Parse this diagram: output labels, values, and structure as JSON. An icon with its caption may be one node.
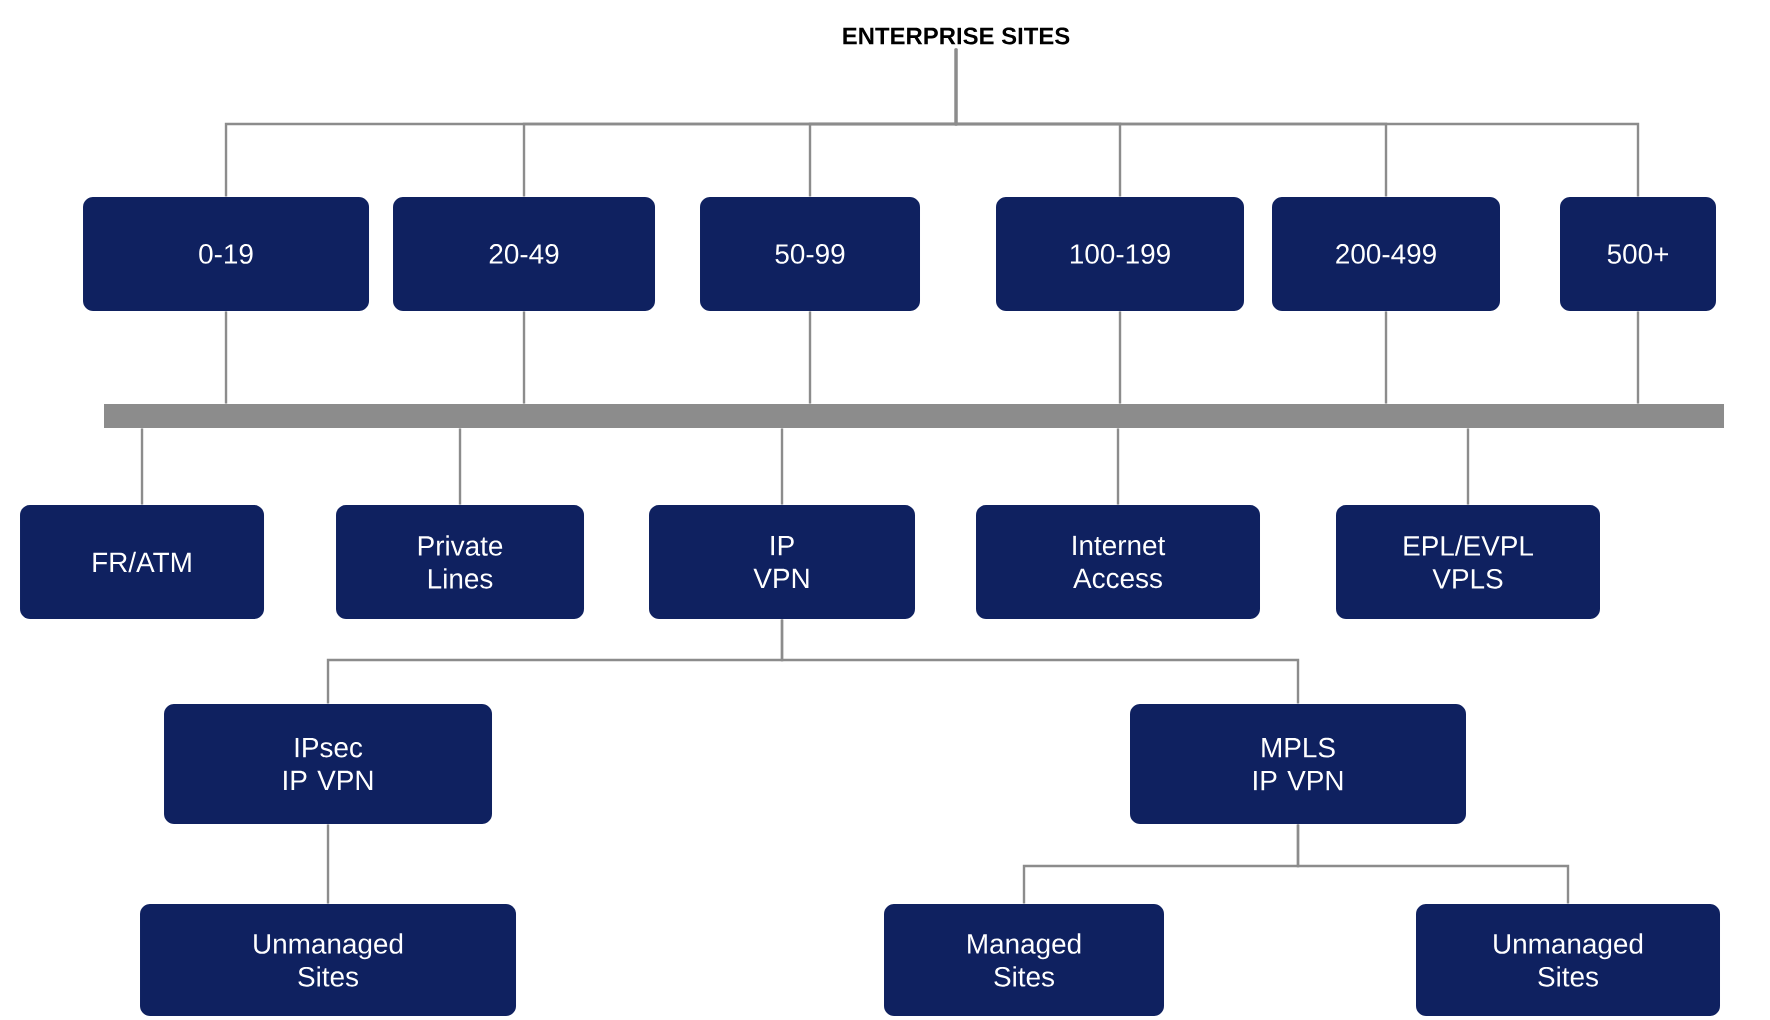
{
  "diagram": {
    "nodes": [
      {
        "text": [
          "ENTERPRISE SITES"
        ]
      },
      {
        "text": [
          "0-19"
        ]
      },
      {
        "text": [
          "20-49"
        ]
      },
      {
        "text": [
          "50-99"
        ]
      },
      {
        "text": [
          "100-199"
        ]
      },
      {
        "text": [
          "200-499"
        ]
      },
      {
        "text": [
          "500+"
        ]
      },
      {
        "text": [],
        "shape": "bar"
      },
      {
        "text": [
          "FR/ATM"
        ]
      },
      {
        "text": [
          "Private Lines"
        ]
      },
      {
        "text": [
          "IP VPN"
        ]
      },
      {
        "text": [
          "Internet Access"
        ]
      },
      {
        "text": [
          "EPL/EVPL VPLS"
        ]
      },
      {
        "text": [
          "IPsec IP VPN"
        ]
      },
      {
        "text": [
          "MPLS IP VPN"
        ]
      },
      {
        "text": [
          "Unmanaged Sites"
        ]
      },
      {
        "text": [
          "Managed Sites"
        ]
      },
      {
        "text": [
          "Unmanaged Sites"
        ]
      }
    ],
    "edges": [
      {
        "from": 0,
        "to": 1,
        "arrow": "none"
      },
      {
        "from": 0,
        "to": 2,
        "arrow": "none"
      },
      {
        "from": 0,
        "to": 3,
        "arrow": "none"
      },
      {
        "from": 0,
        "to": 4,
        "arrow": "none"
      },
      {
        "from": 0,
        "to": 5,
        "arrow": "none"
      },
      {
        "from": 0,
        "to": 6,
        "arrow": "none"
      },
      {
        "from": 1,
        "to": 7,
        "arrow": "none"
      },
      {
        "from": 2,
        "to": 7,
        "arrow": "none"
      },
      {
        "from": 3,
        "to": 7,
        "arrow": "none"
      },
      {
        "from": 4,
        "to": 7,
        "arrow": "none"
      },
      {
        "from": 5,
        "to": 7,
        "arrow": "none"
      },
      {
        "from": 6,
        "to": 7,
        "arrow": "none"
      },
      {
        "from": 7,
        "to": 8,
        "arrow": "none"
      },
      {
        "from": 7,
        "to": 9,
        "arrow": "none"
      },
      {
        "from": 7,
        "to": 10,
        "arrow": "none"
      },
      {
        "from": 7,
        "to": 11,
        "arrow": "none"
      },
      {
        "from": 7,
        "to": 12,
        "arrow": "none"
      },
      {
        "from": 10,
        "to": 13,
        "arrow": "none"
      },
      {
        "from": 10,
        "to": 14,
        "arrow": "none"
      },
      {
        "from": 13,
        "to": 15,
        "arrow": "none"
      },
      {
        "from": 14,
        "to": 16,
        "arrow": "none"
      },
      {
        "from": 14,
        "to": 17,
        "arrow": "none"
      }
    ]
  }
}
